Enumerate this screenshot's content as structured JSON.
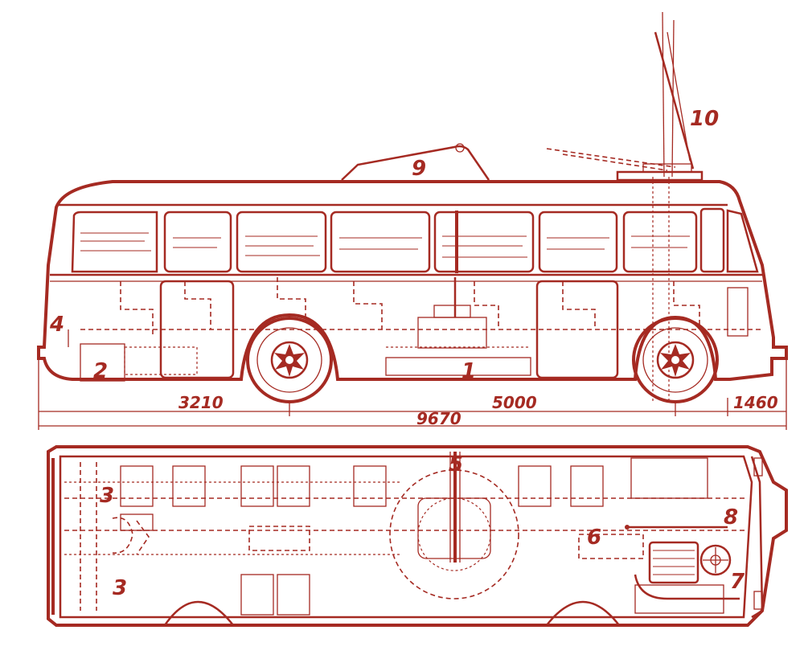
{
  "callouts": {
    "c1": "1",
    "c2": "2",
    "c3a": "3",
    "c3b": "3",
    "c4": "4",
    "c5": "5",
    "c6": "6",
    "c7": "7",
    "c8": "8",
    "c9": "9",
    "c10": "10"
  },
  "dimensions": {
    "front_overhang": "3210",
    "wheelbase": "5000",
    "rear_overhang": "1460",
    "total_length": "9670"
  },
  "colors": {
    "ink": "#a52a22",
    "paper": "#ffffff"
  }
}
